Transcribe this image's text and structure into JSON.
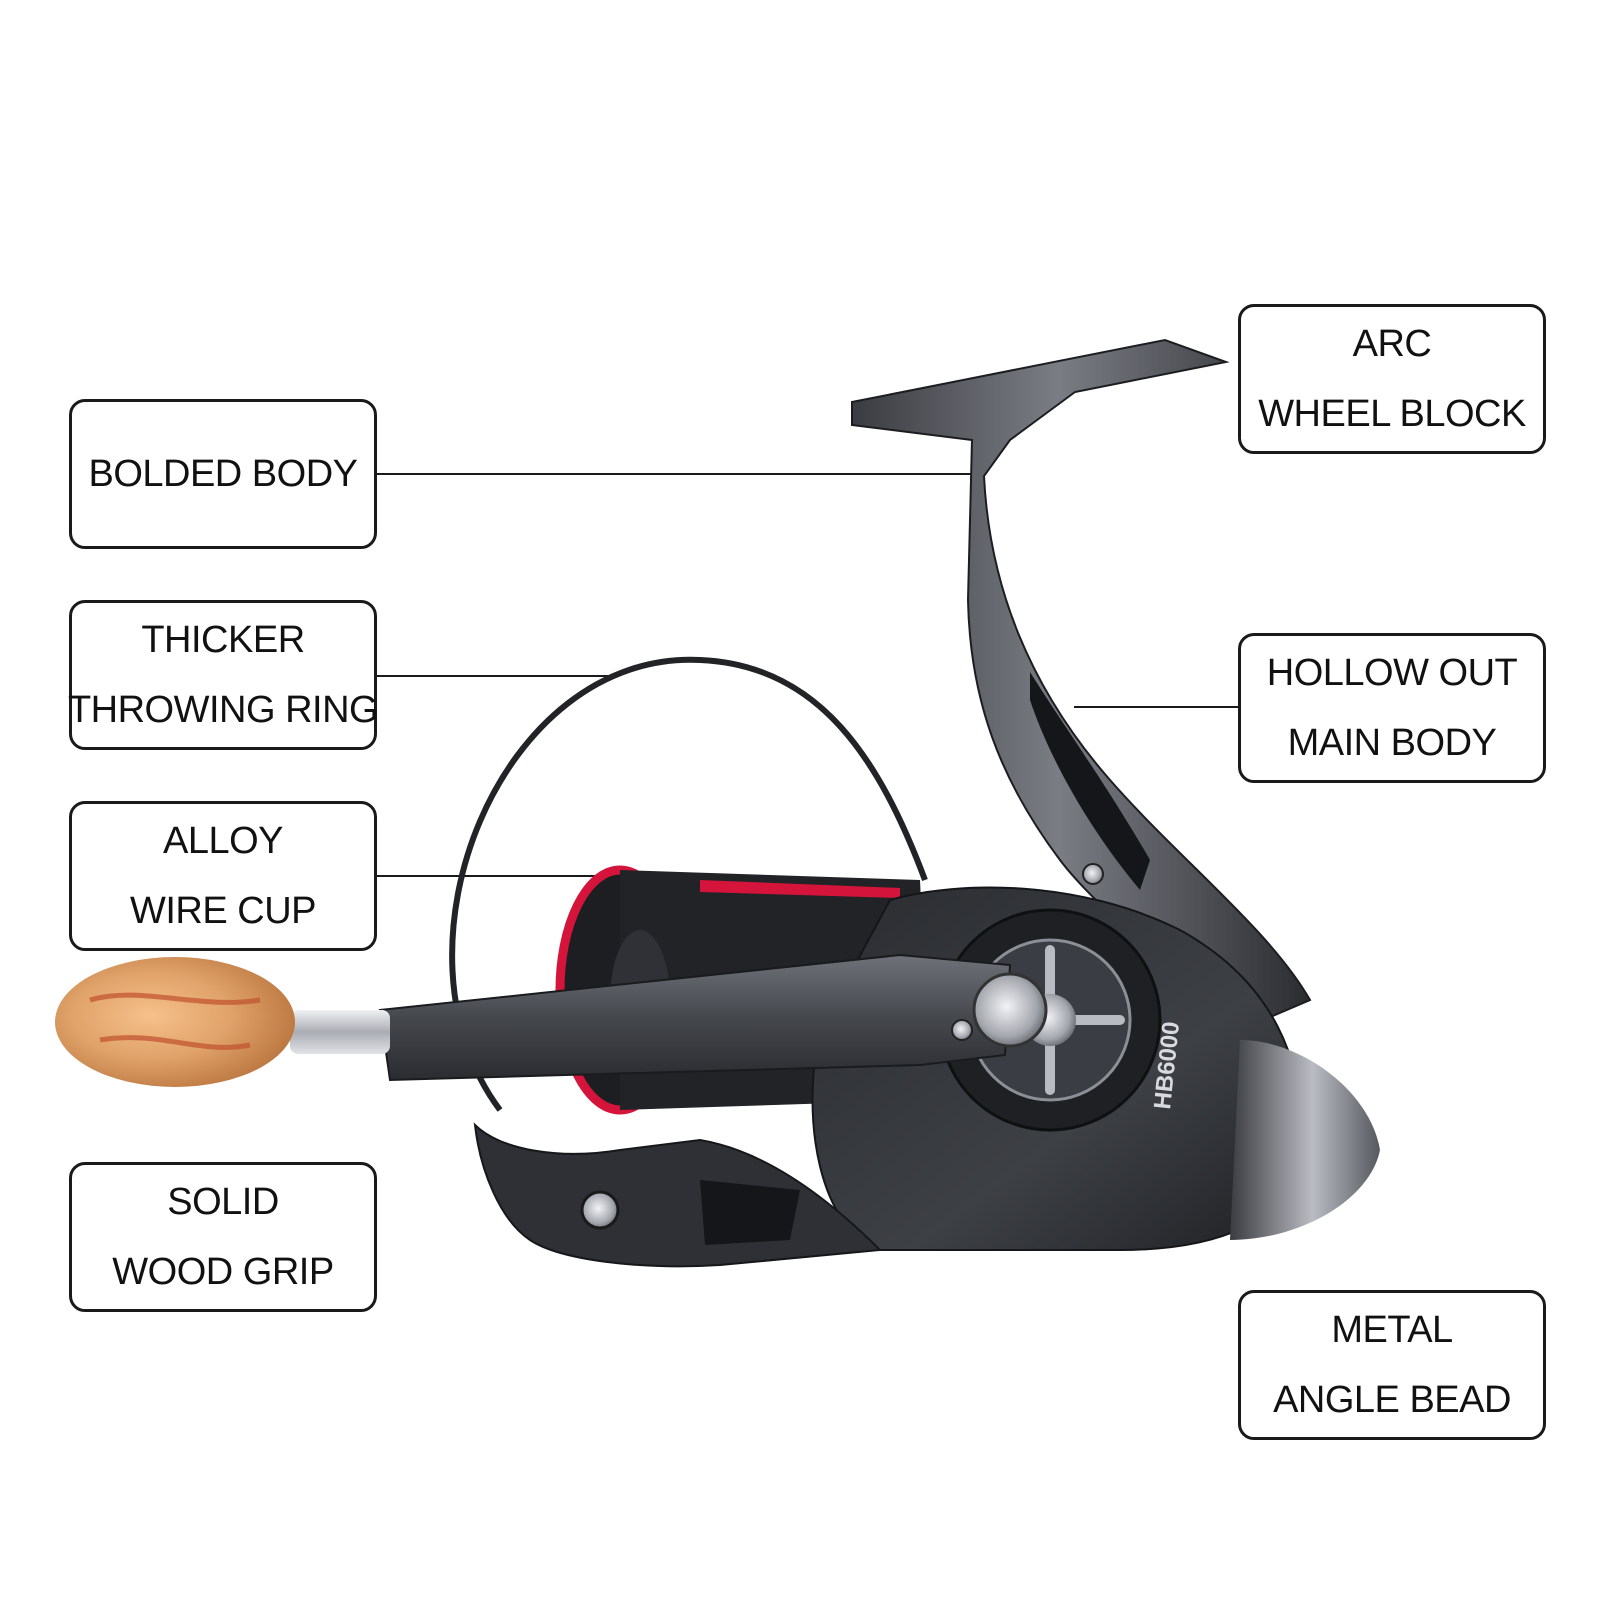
{
  "colors": {
    "accent_red": "#d4143a",
    "body_dark": "#2b2d31",
    "body_mid": "#55585e",
    "chrome": "#c9ccd2",
    "wood": "#e0a36a"
  },
  "reel": {
    "model_text": "HB6000"
  },
  "callouts": {
    "bolded_body": {
      "lines": [
        "BOLDED BODY"
      ]
    },
    "throwing_ring": {
      "lines": [
        "THICKER",
        "THROWING RING"
      ]
    },
    "wire_cup": {
      "lines": [
        "ALLOY",
        "WIRE CUP"
      ]
    },
    "wood_grip": {
      "lines": [
        "SOLID",
        "WOOD GRIP"
      ]
    },
    "arc_wheel_block": {
      "lines": [
        "ARC",
        "WHEEL BLOCK"
      ]
    },
    "hollow_body": {
      "lines": [
        "HOLLOW OUT",
        "MAIN BODY"
      ]
    },
    "angle_bead": {
      "lines": [
        "METAL",
        "ANGLE BEAD"
      ]
    }
  }
}
